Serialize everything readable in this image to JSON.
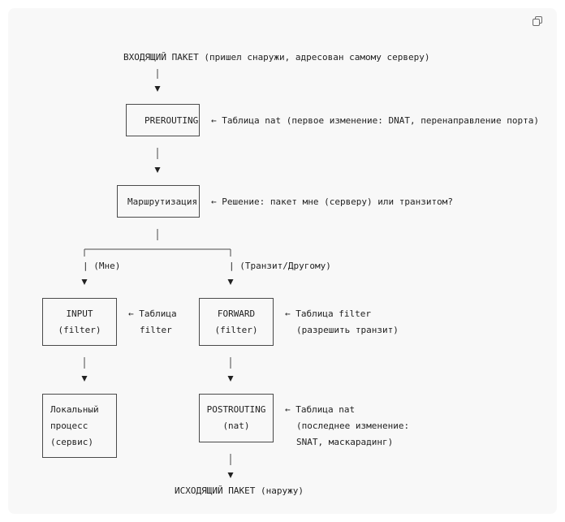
{
  "diagram": {
    "incoming": "ВХОДЯЩИЙ ПАКЕТ (пришел снаружи, адресован самому серверу)",
    "prerouting": {
      "label": "PREROUTING",
      "note": "← Таблица nat (первое изменение: DNAT, перенаправление порта)"
    },
    "routing": {
      "label": "Маршрутизация",
      "note": "← Решение: пакет мне (серверу) или транзитом?"
    },
    "branch_left": "| (Мне)",
    "branch_right": "| (Транзит/Другому)",
    "input": {
      "line1": "INPUT",
      "line2": "(filter)",
      "note1": "← Таблица",
      "note2": "filter"
    },
    "forward": {
      "line1": "FORWARD",
      "line2": "(filter)",
      "note1": "← Таблица filter",
      "note2": "(разрешить транзит)"
    },
    "local": {
      "line1": "Локальный",
      "line2": "процесс",
      "line3": "(сервис)"
    },
    "postrouting": {
      "line1": "POSTROUTING",
      "line2": "(nat)",
      "note1": "← Таблица nat",
      "note2": "(последнее изменение:",
      "note3": "SNAT, маскарадинг)"
    },
    "outgoing": "ИСХОДЯЩИЙ ПАКЕТ (наружу)"
  },
  "icons": {
    "copy": "copy-icon"
  },
  "colors": {
    "text": "#1f1f1f",
    "background": "#f8f8f8"
  }
}
